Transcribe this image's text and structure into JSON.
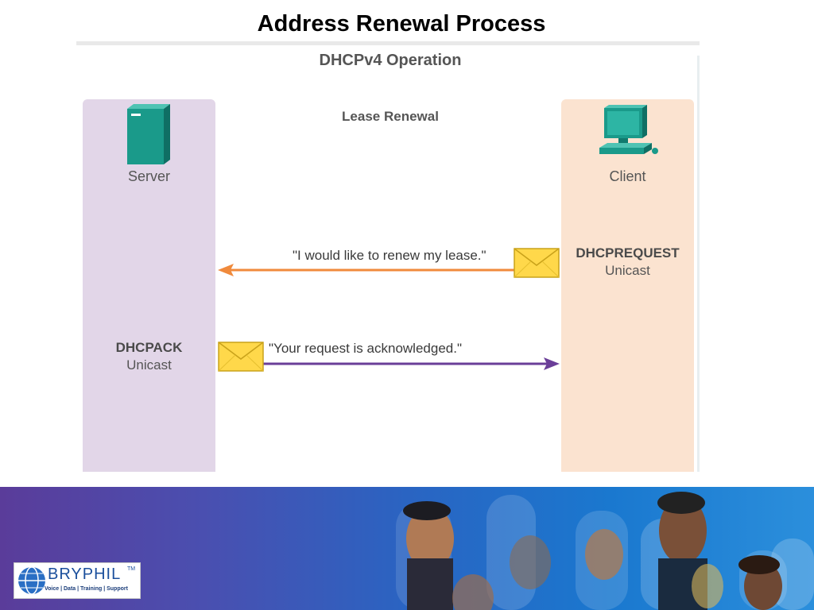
{
  "slide": {
    "title": "Address Renewal Process"
  },
  "diagram": {
    "title": "DHCPv4 Operation",
    "subtitle": "Lease Renewal",
    "server": {
      "label": "Server",
      "icon": "server-icon",
      "color": "#1a9a8a"
    },
    "client": {
      "label": "Client",
      "icon": "computer-icon",
      "color": "#1a9a8a"
    },
    "request": {
      "name": "DHCPREQUEST",
      "mode": "Unicast",
      "quote": "\"I would like to renew my lease.\"",
      "direction": "client-to-server",
      "color": "#f08a3c"
    },
    "ack": {
      "name": "DHCPACK",
      "mode": "Unicast",
      "quote": "\"Your request is acknowledged.\"",
      "direction": "server-to-client",
      "color": "#6a3e98"
    },
    "lane_colors": {
      "server": "#e2d6e8",
      "client": "#fbe3d0"
    },
    "envelope_icon": "envelope-icon"
  },
  "banner": {
    "logo": {
      "name": "BRYPHIL",
      "tm": "TM",
      "tagline": "Voice | Data | Training | Support"
    }
  }
}
